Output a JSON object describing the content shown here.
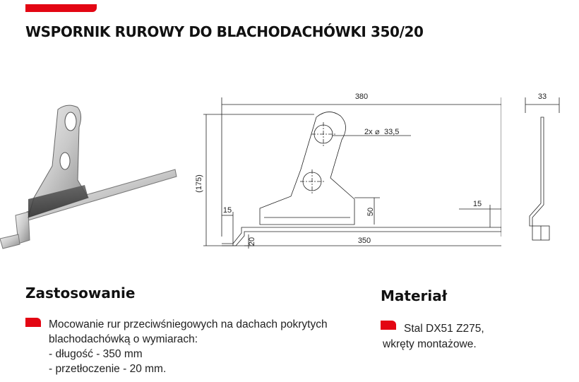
{
  "header": {
    "title": "WSPORNIK RUROWY DO BLACHODACHÓWKI 350/20",
    "accent_color": "#e30613"
  },
  "drawing": {
    "dim_width": "380",
    "dim_height": "(175)",
    "dim_holes": "2x",
    "dim_hole_diameter": "33,5",
    "dim_left_foot": "15",
    "dim_right_foot": "15",
    "dim_plate_height": "50",
    "dim_offset": "20",
    "dim_length": "350",
    "dim_thickness": "33"
  },
  "sections": {
    "usage": {
      "heading": "Zastosowanie",
      "line1": "Mocowanie rur przeciwśniegowych na dachach pokrytych",
      "line2": "blachodachówką o wymiarach:",
      "line3": "- długość - 350 mm",
      "line4": "- przetłoczenie - 20 mm."
    },
    "material": {
      "heading": "Materiał",
      "line1": "Stal DX51 Z275,",
      "line2": "wkręty montażowe."
    }
  }
}
